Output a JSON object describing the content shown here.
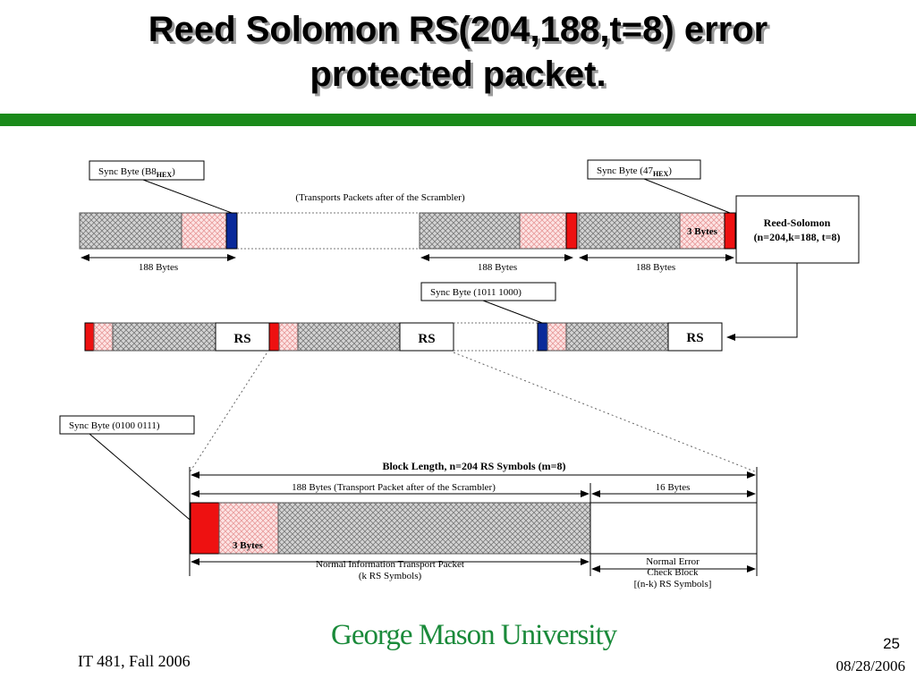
{
  "slide": {
    "title_line1": "Reed Solomon RS(204,188,t=8) error",
    "title_line2": "protected packet.",
    "course": "IT 481, Fall 2006",
    "slide_number": "25",
    "date": "08/28/2006",
    "logo_text": "George Mason University"
  },
  "diagram": {
    "sync_b8_label": "Sync Byte (B8",
    "sync_47_label": "Sync Byte (47",
    "hex_sub": "HEX",
    "close_paren": ")",
    "transport_caption": "(Transports Packets after of the Scrambler)",
    "bytes_188": "188 Bytes",
    "three_bytes": "3 Bytes",
    "rs_box_line1": "Reed-Solomon",
    "rs_box_line2": "(n=204,k=188, t=8)",
    "sync_1011_label": "Sync Byte (1011 1000)",
    "rs": "RS",
    "sync_0100_label": "Sync Byte (0100 0111)",
    "block_length": "Block Length, n=204 RS Symbols (m=8)",
    "bytes_188_transport": "188 Bytes (Transport Packet after of the Scrambler)",
    "bytes_16": "16 Bytes",
    "normal_info_line1": "Normal Information Transport Packet",
    "normal_info_line2": "(k RS Symbols)",
    "normal_error_line1": "Normal Error",
    "normal_error_line2": "Check Block",
    "normal_error_line3": "[(n-k) RS Symbols]"
  },
  "colors": {
    "sync_red": "#ee1111",
    "sync_blue": "#0a2a9a",
    "accent_green": "#1a8a1a",
    "logo_green": "#1a8a3a"
  }
}
